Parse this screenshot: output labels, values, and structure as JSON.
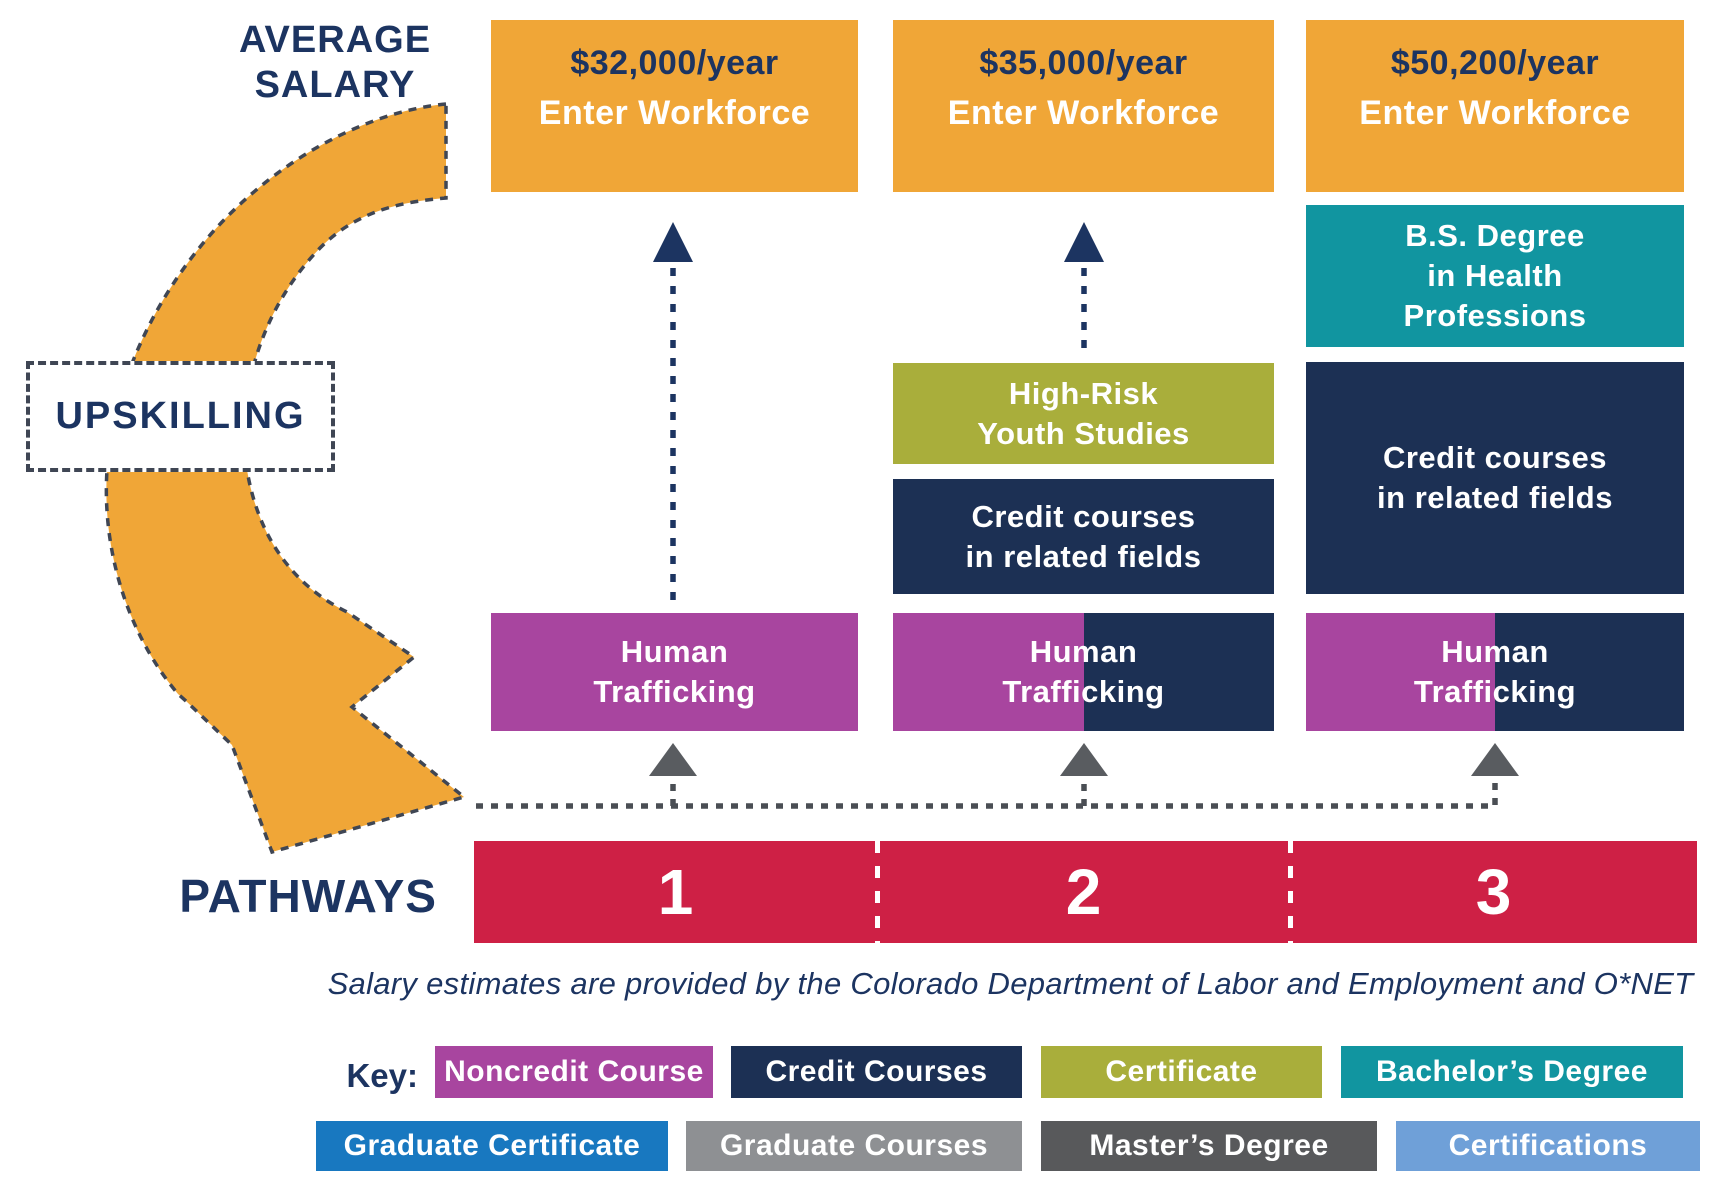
{
  "palette": {
    "orange": "#F0A637",
    "navy": "#1C3054",
    "teal": "#1195A0",
    "olive": "#A9AE3B",
    "purple": "#A8459F",
    "red": "#CE2045",
    "dark_navy_text": "#1C3461",
    "dash_gray": "#4A4E54",
    "gray_arrow": "#595C60",
    "key_blue": "#1878C0",
    "key_gray": "#8E9093",
    "key_dark_gray": "#58595B",
    "key_light_blue": "#6FA0D8"
  },
  "labels": {
    "average_salary": "AVERAGE\nSALARY",
    "upskilling": "UPSKILLING",
    "pathways": "PATHWAYS"
  },
  "pathway1": {
    "number": "1",
    "salary": "$32,000/year",
    "workforce": "Enter Workforce",
    "human_trafficking": "Human\nTrafficking"
  },
  "pathway2": {
    "number": "2",
    "salary": "$35,000/year",
    "workforce": "Enter Workforce",
    "certificate": "High-Risk\nYouth Studies",
    "credit_courses": "Credit courses\nin related fields",
    "human_trafficking": "Human\nTrafficking"
  },
  "pathway3": {
    "number": "3",
    "salary": "$50,200/year",
    "workforce": "Enter Workforce",
    "degree": "B.S. Degree\nin Health\nProfessions",
    "credit_courses": "Credit courses\nin related fields",
    "human_trafficking": "Human\nTrafficking"
  },
  "footnote": "Salary estimates are provided by the Colorado Department of Labor and Employment and O*NET",
  "key": {
    "label": "Key:",
    "items": [
      {
        "label": "Noncredit Course"
      },
      {
        "label": "Credit Courses"
      },
      {
        "label": "Certificate"
      },
      {
        "label": "Bachelor’s Degree"
      },
      {
        "label": "Graduate Certificate"
      },
      {
        "label": "Graduate Courses"
      },
      {
        "label": "Master’s Degree"
      },
      {
        "label": "Certifications"
      }
    ]
  }
}
